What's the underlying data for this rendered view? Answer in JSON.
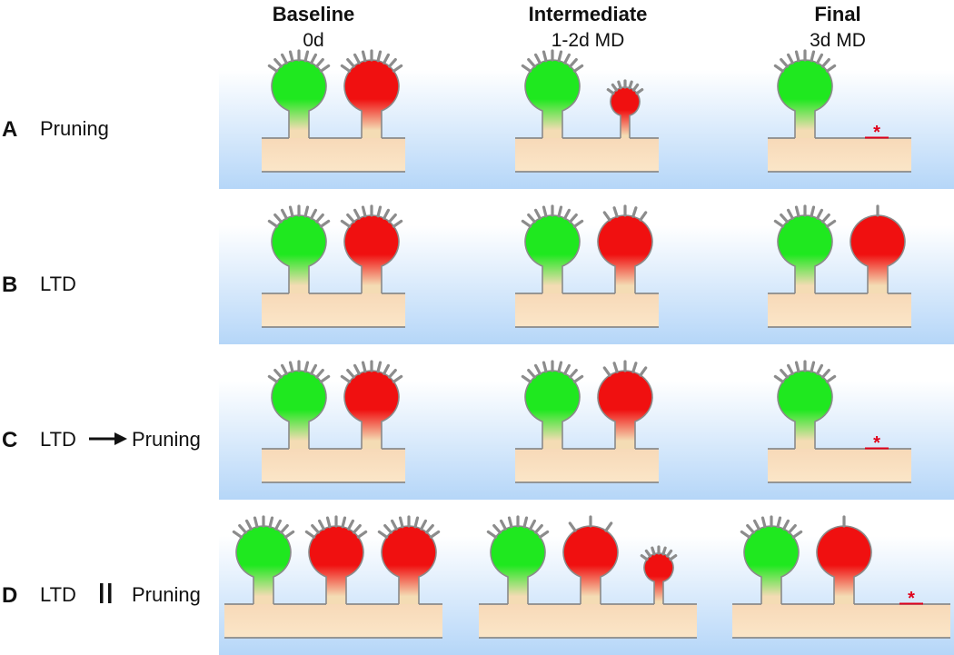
{
  "columns": [
    {
      "title": "Baseline",
      "subtitle": "0d"
    },
    {
      "title": "Intermediate",
      "subtitle": "1-2d MD"
    },
    {
      "title": "Final",
      "subtitle": "3d MD"
    }
  ],
  "rows": [
    {
      "letter": "A",
      "label_parts": [
        "Pruning"
      ],
      "connector": ""
    },
    {
      "letter": "B",
      "label_parts": [
        "LTD"
      ],
      "connector": ""
    },
    {
      "letter": "C",
      "label_parts": [
        "LTD",
        "Pruning"
      ],
      "connector": "arrow"
    },
    {
      "letter": "D",
      "label_parts": [
        "LTD",
        "Pruning"
      ],
      "connector": "parallel"
    }
  ],
  "elimination_marker": "*",
  "colors": {
    "panel_top": "#ffffff",
    "panel_bottom": "#b5d6f8",
    "dendrite_top": "#f7d9b8",
    "dendrite_bottom": "#fbe6c8",
    "outline": "#8a8a8a",
    "spine_green": "#1fe81f",
    "spine_red": "#f01010",
    "spine_neck_light": "#f4dcb4",
    "receptor_marker": "#8c8c8c",
    "elimination_marker": "#e0001a"
  },
  "panels": [
    {
      "row": 0,
      "col": 0,
      "spines": [
        {
          "color": "green",
          "size": "large",
          "receptors": 9
        },
        {
          "color": "red",
          "size": "large",
          "receptors": 9
        }
      ]
    },
    {
      "row": 0,
      "col": 1,
      "spines": [
        {
          "color": "green",
          "size": "large",
          "receptors": 9
        },
        {
          "color": "red",
          "size": "small",
          "receptors": 7
        }
      ]
    },
    {
      "row": 0,
      "col": 2,
      "spines": [
        {
          "color": "green",
          "size": "large",
          "receptors": 9
        },
        {
          "color": "red",
          "size": "eliminated",
          "receptors": 0
        }
      ]
    },
    {
      "row": 1,
      "col": 0,
      "spines": [
        {
          "color": "green",
          "size": "large",
          "receptors": 9
        },
        {
          "color": "red",
          "size": "large",
          "receptors": 9
        }
      ]
    },
    {
      "row": 1,
      "col": 1,
      "spines": [
        {
          "color": "green",
          "size": "large",
          "receptors": 9
        },
        {
          "color": "red",
          "size": "large",
          "receptors": 5
        }
      ]
    },
    {
      "row": 1,
      "col": 2,
      "spines": [
        {
          "color": "green",
          "size": "large",
          "receptors": 9
        },
        {
          "color": "red",
          "size": "large",
          "receptors": 1
        }
      ]
    },
    {
      "row": 2,
      "col": 0,
      "spines": [
        {
          "color": "green",
          "size": "large",
          "receptors": 9
        },
        {
          "color": "red",
          "size": "large",
          "receptors": 9
        }
      ]
    },
    {
      "row": 2,
      "col": 1,
      "spines": [
        {
          "color": "green",
          "size": "large",
          "receptors": 9
        },
        {
          "color": "red",
          "size": "large",
          "receptors": 5
        }
      ]
    },
    {
      "row": 2,
      "col": 2,
      "spines": [
        {
          "color": "green",
          "size": "large",
          "receptors": 9
        },
        {
          "color": "red",
          "size": "eliminated",
          "receptors": 0
        }
      ]
    },
    {
      "row": 3,
      "col": 0,
      "spines": [
        {
          "color": "green",
          "size": "large",
          "receptors": 9
        },
        {
          "color": "red",
          "size": "large",
          "receptors": 9
        },
        {
          "color": "red",
          "size": "large",
          "receptors": 9
        }
      ]
    },
    {
      "row": 3,
      "col": 1,
      "spines": [
        {
          "color": "green",
          "size": "large",
          "receptors": 9
        },
        {
          "color": "red",
          "size": "large",
          "receptors": 3
        },
        {
          "color": "red",
          "size": "small",
          "receptors": 7
        }
      ]
    },
    {
      "row": 3,
      "col": 2,
      "spines": [
        {
          "color": "green",
          "size": "large",
          "receptors": 9
        },
        {
          "color": "red",
          "size": "large",
          "receptors": 1
        },
        {
          "color": "red",
          "size": "eliminated",
          "receptors": 0
        }
      ]
    }
  ]
}
